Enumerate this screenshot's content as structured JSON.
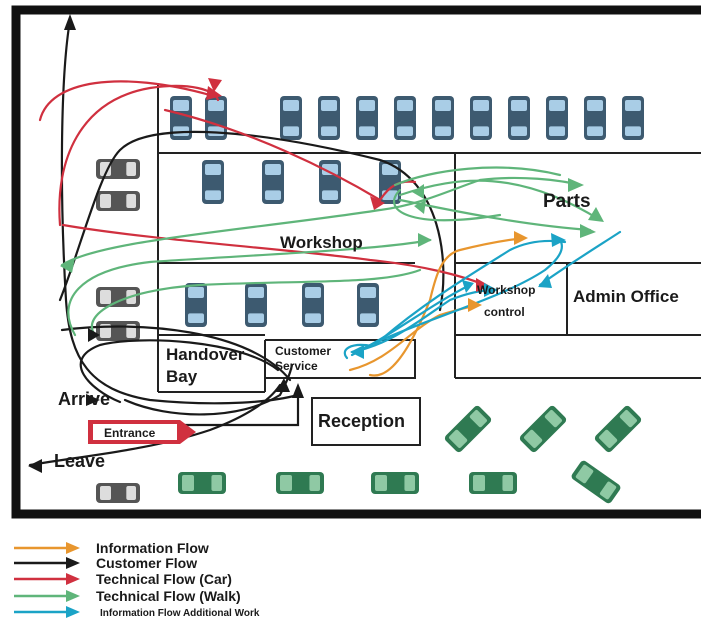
{
  "rooms": {
    "workshop": "Workshop",
    "parts": "Parts",
    "workshop_control_line1": "Workshop",
    "workshop_control_line2": "control",
    "admin_office": "Admin Office",
    "handover_line1": "Handover",
    "handover_line2": "Bay",
    "customer_service_line1": "Customer",
    "customer_service_line2": "Service",
    "reception": "Reception",
    "entrance": "Entrance"
  },
  "labels": {
    "arrive": "Arrive",
    "leave": "Leave"
  },
  "legend": [
    {
      "label": "Information Flow",
      "color": "#e8962e"
    },
    {
      "label": "Customer Flow",
      "color": "#1a1a1a"
    },
    {
      "label": "Technical Flow (Car)",
      "color": "#d0303f"
    },
    {
      "label": "Technical Flow (Walk)",
      "color": "#5fb57a"
    },
    {
      "label": "Information Flow Additional Work",
      "color": "#1ba3c6"
    }
  ],
  "colors": {
    "car_blue_body": "#3d5a70",
    "car_blue_glass": "#a9cde6",
    "car_green_body": "#2f7a52",
    "car_green_glass": "#8fc9a4",
    "entrance_red": "#d0303f",
    "wall": "#111111"
  }
}
